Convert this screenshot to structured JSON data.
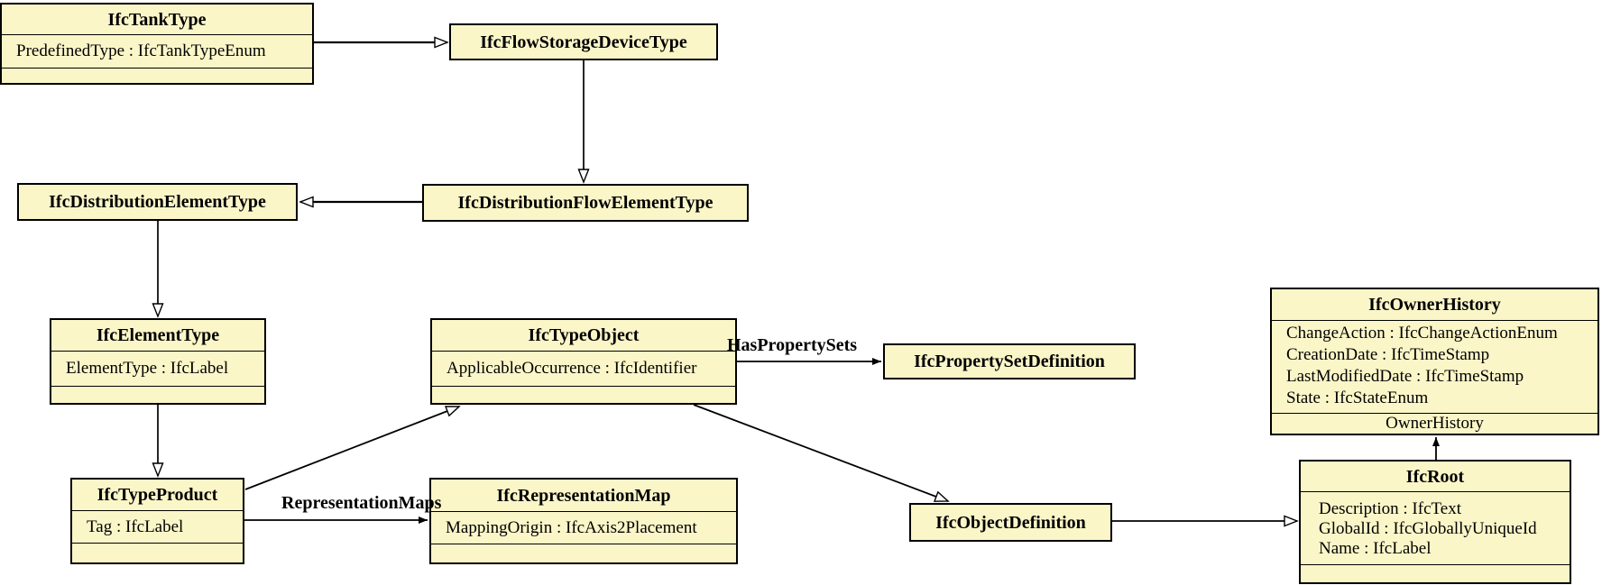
{
  "diagram": {
    "type": "uml-class-diagram",
    "background_color": "#FFFFFF",
    "node_fill_color": "#FBF6C8",
    "node_border_color": "#000000",
    "classes": {
      "ifcTankType": {
        "title": "IfcTankType",
        "attributes": [
          "PredefinedType : IfcTankTypeEnum"
        ]
      },
      "ifcFlowStorageDeviceType": {
        "title": "IfcFlowStorageDeviceType"
      },
      "ifcDistributionElementType": {
        "title": "IfcDistributionElementType"
      },
      "ifcDistributionFlowElementType": {
        "title": "IfcDistributionFlowElementType"
      },
      "ifcElementType": {
        "title": "IfcElementType",
        "attributes": [
          "ElementType : IfcLabel"
        ]
      },
      "ifcTypeObject": {
        "title": "IfcTypeObject",
        "attributes": [
          "ApplicableOccurrence : IfcIdentifier"
        ]
      },
      "ifcPropertySetDefinition": {
        "title": "IfcPropertySetDefinition"
      },
      "ifcOwnerHistory": {
        "title": "IfcOwnerHistory",
        "attributes": [
          "ChangeAction : IfcChangeActionEnum",
          "CreationDate : IfcTimeStamp",
          "LastModifiedDate : IfcTimeStamp",
          "State : IfcStateEnum"
        ],
        "compartment_label": "OwnerHistory"
      },
      "ifcTypeProduct": {
        "title": "IfcTypeProduct",
        "attributes": [
          "Tag : IfcLabel"
        ]
      },
      "ifcRepresentationMap": {
        "title": "IfcRepresentationMap",
        "attributes": [
          "MappingOrigin : IfcAxis2Placement"
        ]
      },
      "ifcObjectDefinition": {
        "title": "IfcObjectDefinition"
      },
      "ifcRoot": {
        "title": "IfcRoot",
        "attributes": [
          "Description : IfcText",
          "GlobalId : IfcGloballyUniqueId",
          "Name : IfcLabel"
        ]
      }
    },
    "associations": {
      "hasPropertySets": "HasPropertySets",
      "representationMaps": "RepresentationMaps",
      "ownerHistory": "OwnerHistory"
    }
  }
}
